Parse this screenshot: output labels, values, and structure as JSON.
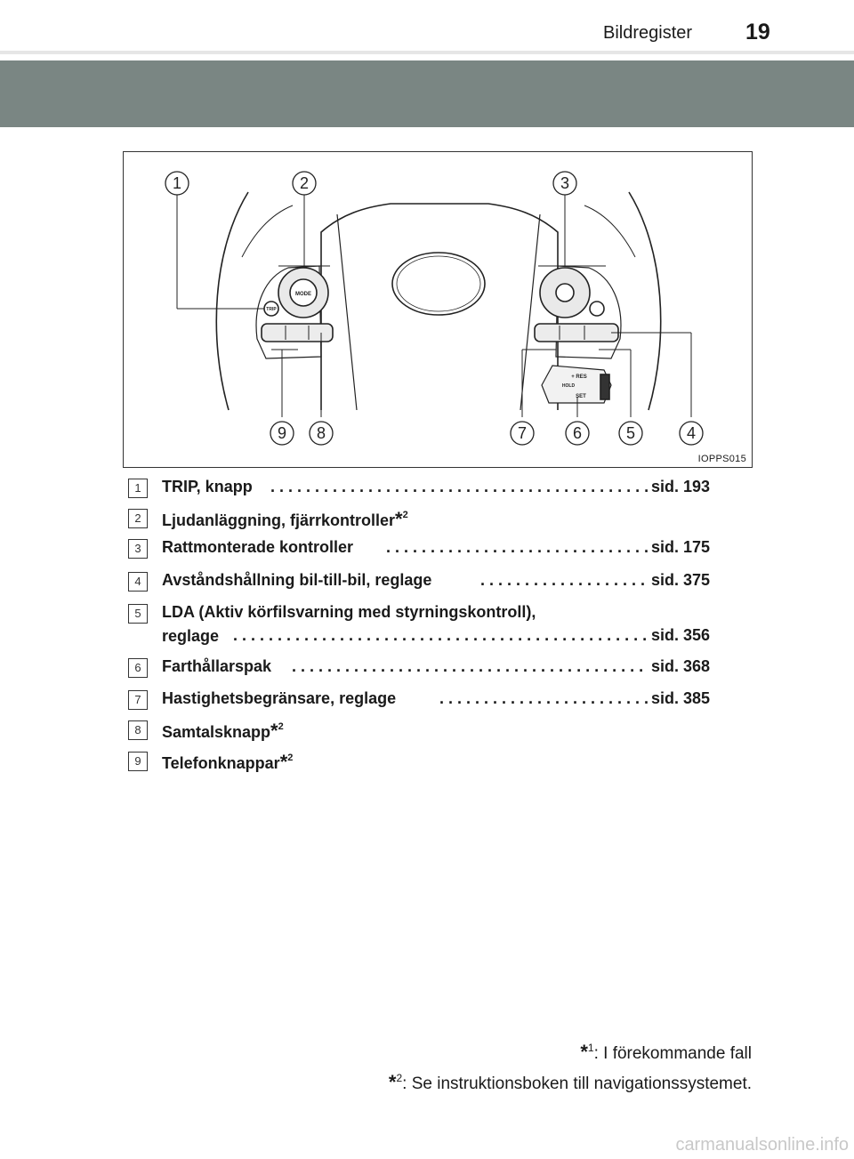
{
  "header": {
    "title": "Bildregister",
    "page_number": "19"
  },
  "figure": {
    "code": "IOPPS015",
    "callouts": [
      "1",
      "2",
      "3",
      "9",
      "8",
      "7",
      "6",
      "5",
      "4"
    ],
    "mode_label": "MODE",
    "trip_label": "TRIP",
    "lever_labels": {
      "res": "+ RES",
      "hold": "HOLD",
      "set": "SET"
    }
  },
  "entries": [
    {
      "num": "1",
      "text": "TRIP, knapp",
      "page": "sid. 193"
    },
    {
      "num": "2",
      "text": "Ljudanläggning, fjärrkontroller",
      "star": "*",
      "sup": "2"
    },
    {
      "num": "3",
      "text": "Rattmonterade kontroller",
      "page": "sid. 175"
    },
    {
      "num": "4",
      "text": "Avståndshållning bil-till-bil, reglage",
      "page": "sid. 375"
    },
    {
      "num": "5",
      "text": "LDA (Aktiv körfilsvarning med styrningskontroll),",
      "text2": "reglage",
      "page": "sid. 356"
    },
    {
      "num": "6",
      "text": "Farthållarspak",
      "page": "sid. 368"
    },
    {
      "num": "7",
      "text": "Hastighetsbegränsare, reglage",
      "page": "sid. 385"
    },
    {
      "num": "8",
      "text": "Samtalsknapp",
      "star": "*",
      "sup": "2"
    },
    {
      "num": "9",
      "text": "Telefonknappar",
      "star": "*",
      "sup": "2"
    }
  ],
  "footnotes": [
    {
      "star": "*",
      "num": "1",
      "text": ": I förekommande fall"
    },
    {
      "star": "*",
      "num": "2",
      "text": ": Se instruktionsboken till navigationssystemet."
    }
  ],
  "watermark": "carmanualsonline.info"
}
